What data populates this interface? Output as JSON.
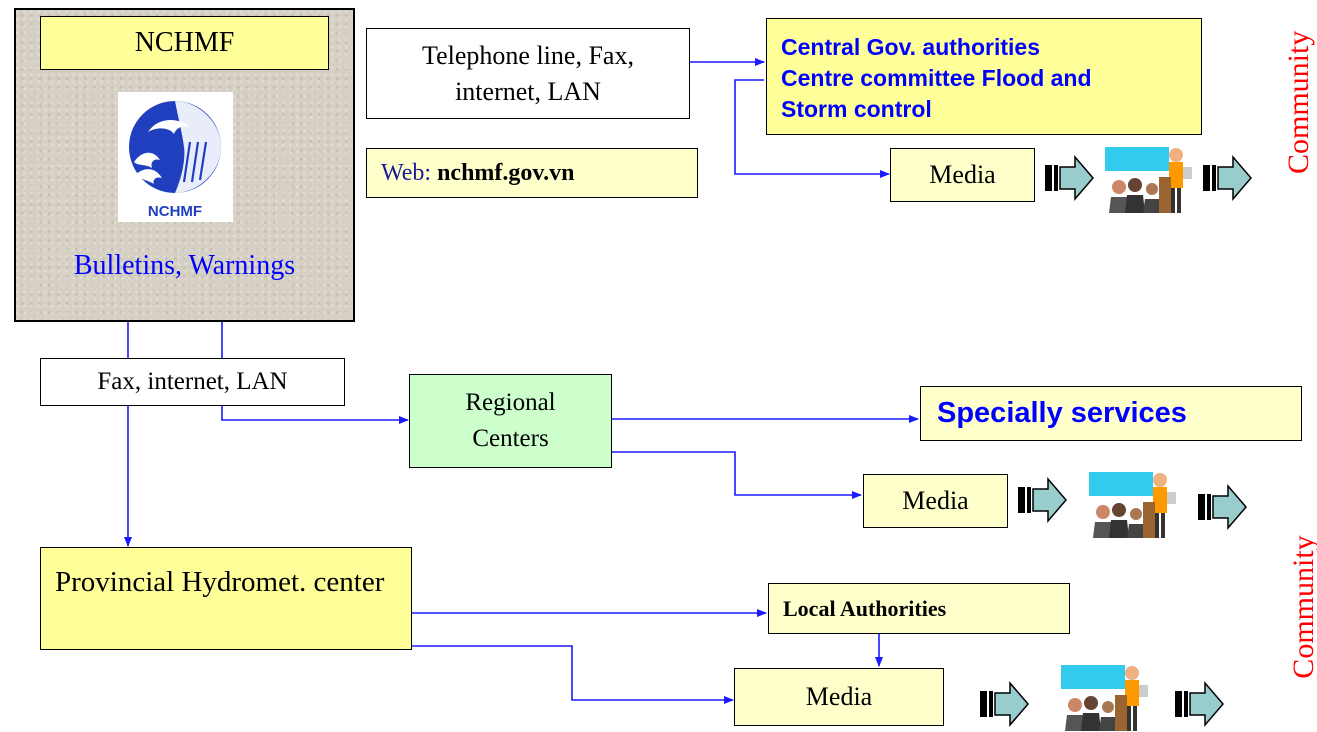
{
  "colors": {
    "wire": "#1a1aff",
    "blue_text": "#0000ff",
    "red_text": "#ff0000",
    "yellow": "#ffff99",
    "cream": "#ffffcc",
    "green": "#ccffcc",
    "arrow_fill": "#99cccc"
  },
  "nchmf": {
    "title": "NCHMF",
    "logo_text": "NCHMF",
    "subtitle": "Bulletins, Warnings"
  },
  "top": {
    "channel": "Telephone line, Fax, internet, LAN",
    "web_label": "Web:",
    "web_url": "nchmf.gov.vn",
    "central_line1": "Central Gov. authorities",
    "central_line2": "Centre committee Flood and",
    "central_line3": "Storm control",
    "media": "Media"
  },
  "middle": {
    "channel": "Fax, internet, LAN",
    "regional": "Regional Centers",
    "special": "Specially services",
    "media": "Media"
  },
  "bottom": {
    "provincial": "Provincial Hydromet. center",
    "local": "Local Authorities",
    "media": "Media"
  },
  "community": {
    "top": "Community",
    "bottom": "Community"
  },
  "icons": [
    "audience-icon",
    "arrow-icon"
  ]
}
